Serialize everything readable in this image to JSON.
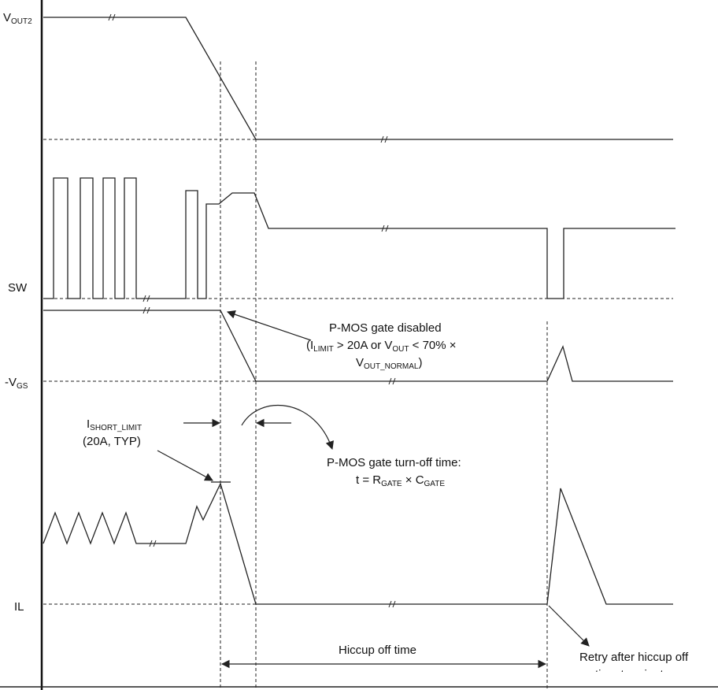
{
  "signals": {
    "vout2": {
      "label": "V",
      "sub": "OUT2"
    },
    "sw": {
      "label": "SW"
    },
    "vgs": {
      "label": "-V",
      "sub": "GS"
    },
    "il": {
      "label": "IL"
    }
  },
  "annotations": {
    "pmos_disabled": {
      "line1": "P-MOS gate disabled",
      "line2_a": "(I",
      "line2_sub1": "LIMIT",
      "line2_b": " > 20A or V",
      "line2_sub2": "OUT",
      "line2_c": " < 70% ×",
      "line3_a": "V",
      "line3_sub": "OUT_NORMAL",
      "line3_b": ")"
    },
    "ishort": {
      "line1_a": "I",
      "line1_sub": "SHORT_LIMIT",
      "line2": "(20A, TYP)"
    },
    "turnoff": {
      "line1": "P-MOS gate turn-off time:",
      "line2_a": "t = R",
      "line2_sub1": "GATE",
      "line2_b": " × C",
      "line2_sub2": "GATE"
    },
    "hiccup": "Hiccup off time",
    "retry": {
      "line1": "Retry after hiccup off",
      "line2": "time terminates"
    }
  }
}
